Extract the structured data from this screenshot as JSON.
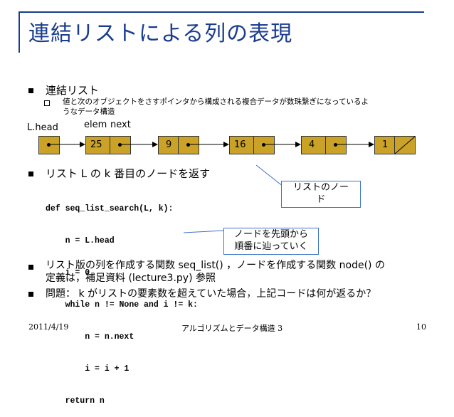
{
  "slide": {
    "title": "連結リストによる列の表現",
    "bullet1": "連結リスト",
    "sub1_line1": "値と次のオブジェクトをさすポインタから構成される複合データが数珠繋ぎになっているよ",
    "sub1_line2": "うなデータ構造",
    "bullet2": "リスト L の k 番目のノードを返す",
    "code": [
      "def seq_list_search(L, k):",
      "    n = L.head",
      "    i = 0",
      "    while n != None and i != k:",
      "        n = n.next",
      "        i = i + 1",
      "    return n"
    ],
    "bullet3_line1": "リスト版の列を作成する関数 seq_list() ，ノードを作成する関数 node() の",
    "bullet3_line2": "定義は，補足資料 (lecture3.py) 参照",
    "bullet4": "問題： k がリストの要素数を超えていた場合，上記コードは何が返るか？"
  },
  "diagram": {
    "head_label": "L.head",
    "elem_label": "elem",
    "next_label": "next",
    "nodes": [
      "25",
      "9",
      "16",
      "4",
      "1"
    ],
    "node_color": "#c9a227"
  },
  "callouts": {
    "node_line1": "リストのノー",
    "node_line2": "ド",
    "trace_line1": "ノードを先頭から",
    "trace_line2": "順番に辿っていく"
  },
  "footer": {
    "date": "2011/4/19",
    "course": "アルゴリズムとデータ構造 3",
    "page": "10"
  },
  "colors": {
    "title": "#1a3d8f",
    "callout_border": "#3b73c8"
  }
}
